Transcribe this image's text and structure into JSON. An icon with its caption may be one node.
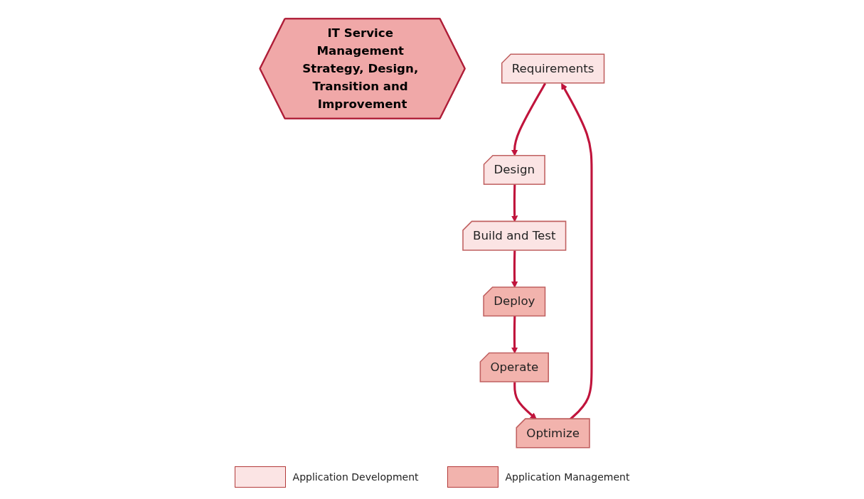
{
  "diagram": {
    "nodes": [
      {
        "text": [
          "IT Service Management Strategy, Design, Transition and Improvement"
        ]
      },
      {
        "text": [
          "Requirements"
        ]
      },
      {
        "text": [
          "Design"
        ]
      },
      {
        "text": [
          "Build and Test"
        ]
      },
      {
        "text": [
          "Deploy"
        ]
      },
      {
        "text": [
          "Operate"
        ]
      },
      {
        "text": [
          "Optimize"
        ]
      }
    ],
    "edges": [
      {
        "from": 1,
        "to": 2,
        "arrow": "to"
      },
      {
        "from": 2,
        "to": 3,
        "arrow": "to"
      },
      {
        "from": 3,
        "to": 4,
        "arrow": "to"
      },
      {
        "from": 4,
        "to": 5,
        "arrow": "to"
      },
      {
        "from": 5,
        "to": 6,
        "arrow": "to"
      },
      {
        "from": 6,
        "to": 1,
        "arrow": "to"
      }
    ],
    "legend": [
      {
        "text": "Application Development",
        "color": "#fbe4e4"
      },
      {
        "text": "Application Management",
        "color": "#f2b3ad"
      }
    ]
  }
}
